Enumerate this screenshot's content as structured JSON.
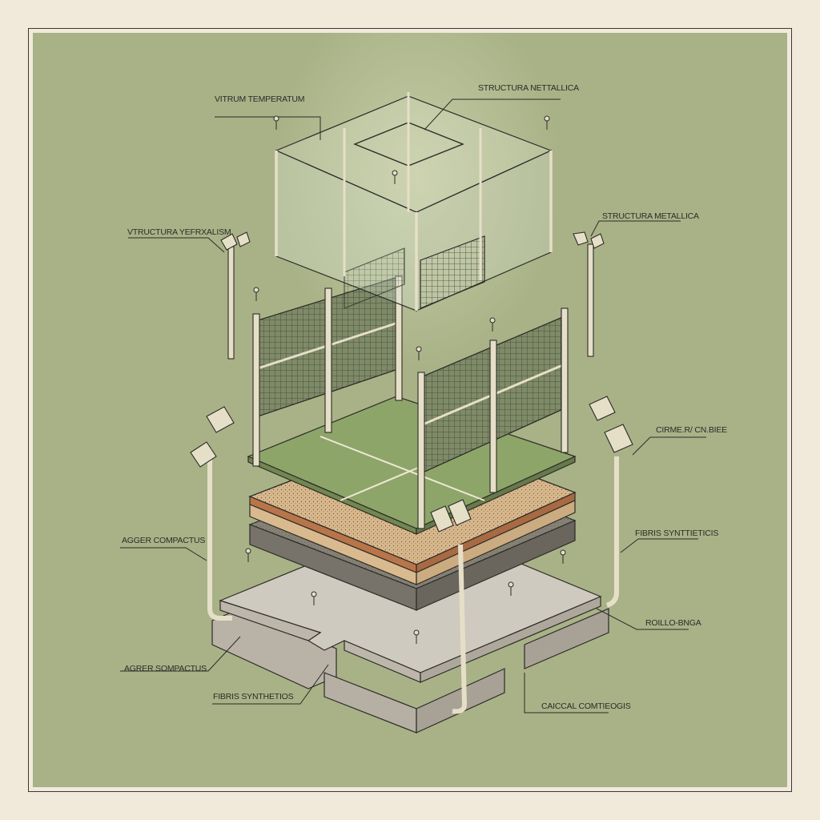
{
  "diagram": {
    "type": "exploded isometric construction diagram",
    "subject": "padel court layers",
    "colors": {
      "paper": "#f1e9da",
      "background": "#a9b287",
      "frame": "#3b3a36",
      "turf": "#8ea56a",
      "sand_layer": "#d9b98e",
      "rubber_layer": "#b9754a",
      "gravel_layer": "#8a8578",
      "concrete": "#cfcabf",
      "metal": "#e6dfc8",
      "ink": "#2b2b27"
    }
  },
  "labels": {
    "vitrum_temperatum": "VITRUM TEMPERATUM",
    "structura_top": "STRUCTURA NETTALLICA",
    "structura_left": "VTRUCTURA YEFRXALISM",
    "structura_right": "STRUCTURA METALLICA",
    "cirme": "CIRME.R/ CN.BIEE",
    "fibris_right": "FIBRIS SYNTTIETICIS",
    "agger_compactus": "AGGER COMPACTUS",
    "roillo": "ROILLO-BNGA",
    "agger_sompactus": "AGRER SOMPACTUS",
    "fibris_bottom": "FIBRIS SYNTHETIOS",
    "caicon": "CAICCAL COMTIEOGIS"
  },
  "components": [
    {
      "name": "glass enclosure",
      "label_key": "vitrum_temperatum"
    },
    {
      "name": "metal frame",
      "label_key": "structura_top"
    },
    {
      "name": "mesh fence panels",
      "label_key": "structura_left"
    },
    {
      "name": "light poles",
      "label_key": "structura_right"
    },
    {
      "name": "turf surface",
      "label_key": "cirme"
    },
    {
      "name": "sand and rubber layers",
      "label_key": "fibris_right"
    },
    {
      "name": "gravel base",
      "label_key": "agger_compactus"
    },
    {
      "name": "concrete slab",
      "label_key": "roillo"
    },
    {
      "name": "foundation footings",
      "label_key": "agger_sompactus"
    },
    {
      "name": "drainage pipes",
      "label_key": "fibris_bottom"
    },
    {
      "name": "drain outlet",
      "label_key": "caicon"
    }
  ]
}
